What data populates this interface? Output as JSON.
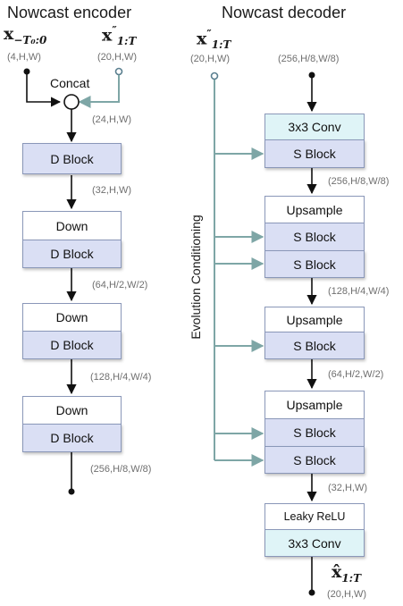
{
  "encoder": {
    "title": "Nowcast encoder",
    "input_a": {
      "symbol": "x",
      "subscript": "−T₀:0",
      "shape": "(4,H,W)"
    },
    "input_b": {
      "symbol": "x",
      "prime": "″",
      "subscript": "1:T",
      "shape": "(20,H,W)"
    },
    "concat_label": "Concat",
    "concat_shape": "(24,H,W)",
    "d_block_1": "D Block",
    "shape_1": "(32,H,W)",
    "down_1": "Down",
    "d_block_2": "D Block",
    "shape_2": "(64,H/2,W/2)",
    "down_2": "Down",
    "d_block_3": "D Block",
    "shape_3": "(128,H/4,W/4)",
    "down_3": "Down",
    "d_block_4": "D Block",
    "shape_4": "(256,H/8,W/8)"
  },
  "decoder": {
    "title": "Nowcast decoder",
    "cond_input": {
      "symbol": "x",
      "prime": "″",
      "subscript": "1:T",
      "shape": "(20,H,W)"
    },
    "latent_shape": "(256,H/8,W/8)",
    "conditioning_label": "Evolution Conditioning",
    "conv_1": "3x3 Conv",
    "s_block_1": "S Block",
    "shape_1": "(256,H/8,W/8)",
    "upsample_1": "Upsample",
    "s_block_2": "S Block",
    "s_block_3": "S Block",
    "shape_2": "(128,H/4,W/4)",
    "upsample_2": "Upsample",
    "s_block_4": "S Block",
    "shape_3": "(64,H/2,W/2)",
    "upsample_3": "Upsample",
    "s_block_5": "S Block",
    "s_block_6": "S Block",
    "shape_4": "(32,H,W)",
    "leaky_relu": "Leaky ReLU",
    "conv_2": "3x3 Conv",
    "output": {
      "symbol": "x̂",
      "subscript": "1:T",
      "shape": "(20,H,W)"
    }
  },
  "colors": {
    "block_lavender": "#dadff4",
    "block_cyan": "#dff4f7",
    "block_border": "#8a97b8",
    "conditioning_arrow": "#7ea6a6",
    "main_arrow": "#111111"
  }
}
